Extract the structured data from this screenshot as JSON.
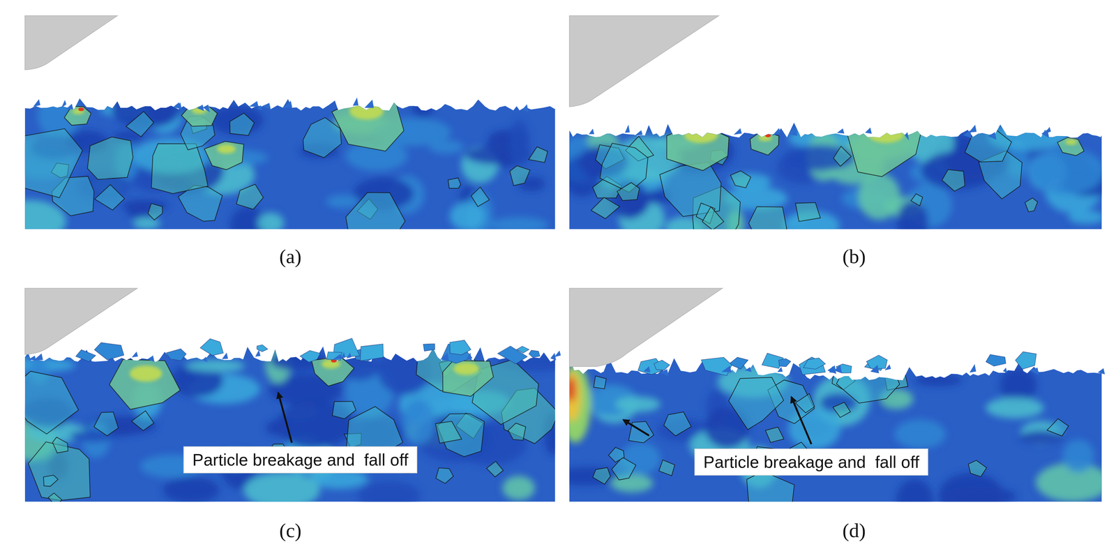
{
  "diagram": {
    "labels": [
      "(a)",
      "(b)",
      "(c)",
      "(d)",
      "Particle breakage and  fall off",
      "Particle breakage and  fall off"
    ]
  }
}
